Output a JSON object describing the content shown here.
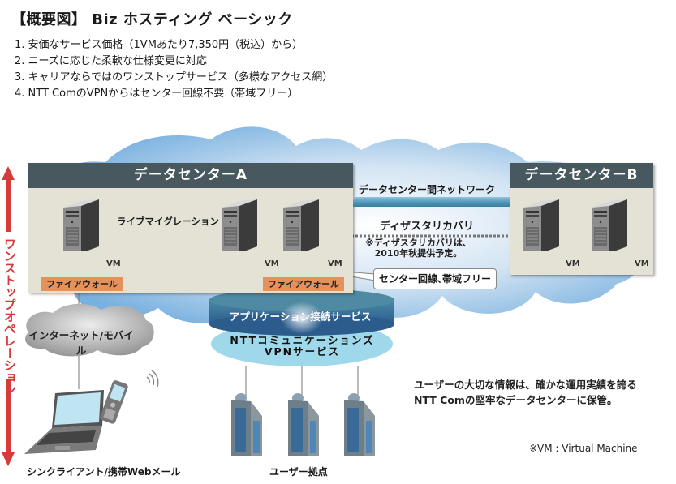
{
  "title": "【概要図】 Biz ホスティング ベーシック",
  "points": [
    "1. 安価なサービス価格（1VMあたり7,350円（税込）から）",
    "2. ニーズに応じた柔軟な仕様変更に対応",
    "3. キャリアならではのワンストップサービス（多様なアクセス網）",
    "4. NTT ComのVPNからはセンター回線不要（帯域フリー）"
  ],
  "side_arrow_label": "ワンストップオペレーション",
  "datacenter_a": {
    "title": "データセンターA",
    "vm_label": "VM",
    "firewall_label": "ファイアウォール",
    "live_migration_label": "ライブマイグレーション"
  },
  "datacenter_b": {
    "title": "データセンターB",
    "vm_label": "VM"
  },
  "inter_dc_network_label": "データセンター間ネットワーク",
  "disaster_recovery": {
    "label": "ディザスタリカバリ",
    "note_line1": "※ディザスタリカバリは、",
    "note_line2": "2010年秋提供予定。"
  },
  "callout": "センター回線､帯域フリー",
  "app_service_label": "アプリケーション接続サービス",
  "vpn_service": {
    "line1": "NTTコミュニケーションズ",
    "line2": "VPNサービス"
  },
  "internet_label": "インターネット/モバイル",
  "client_caption": "シンクライアント/携帯Webメール",
  "user_caption": "ユーザー拠点",
  "info_text": {
    "line1": "ユーザーの大切な情報は、確かな運用実績を誇る",
    "line2": "NTT Comの堅牢なデータセンターに保管。"
  },
  "vm_note": "※VM : Virtual Machine",
  "colors": {
    "arrow_red": "#d63b3b",
    "dc_header": "#47595e",
    "dc_body": "#e3e2d4",
    "firewall": "#e4915c",
    "cloud_blue": "#7fb3e0",
    "app_service": "#2f5f8f",
    "vpn_service": "#9fd8ea"
  }
}
